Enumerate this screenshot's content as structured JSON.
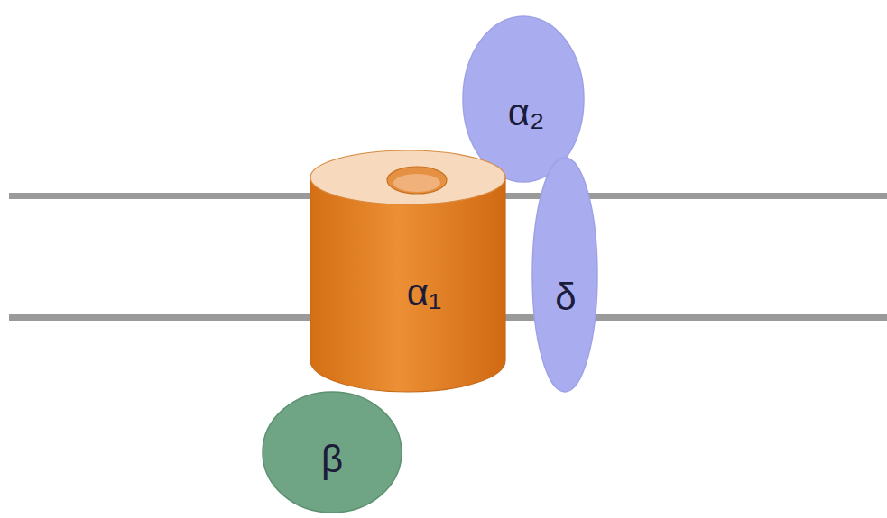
{
  "diagram": {
    "nodes": [
      {
        "text": [
          "α₂"
        ]
      },
      {
        "text": [
          "α₁"
        ]
      },
      {
        "text": [
          "δ"
        ]
      },
      {
        "text": [
          "β"
        ]
      }
    ]
  }
}
